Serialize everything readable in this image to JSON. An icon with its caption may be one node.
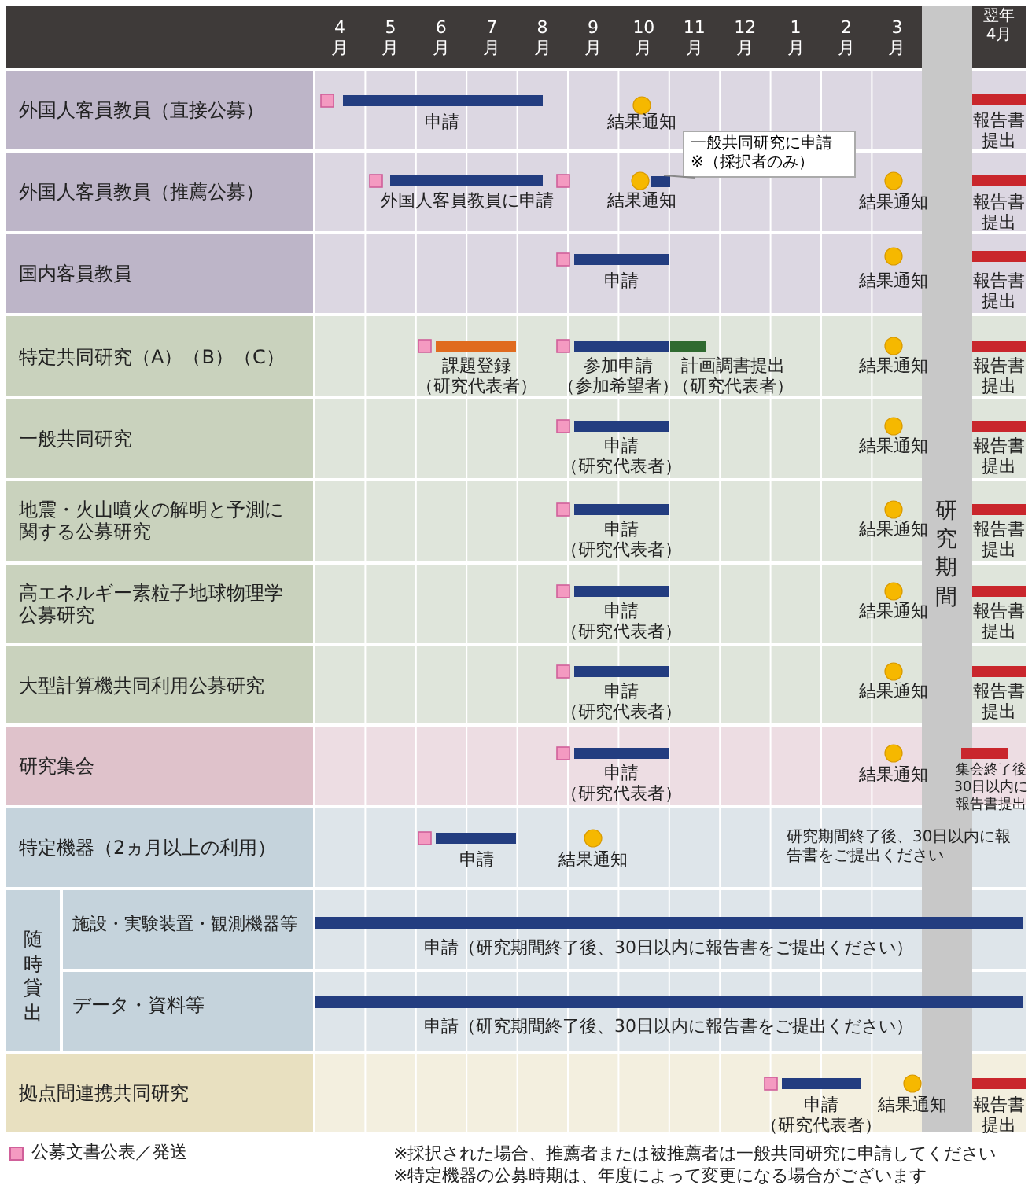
{
  "diagram": {
    "nodes": [
      {
        "text": [
          "一般共同研究に申請",
          "※（採択者のみ）"
        ]
      },
      {
        "text": [],
        "shape": "bar"
      },
      {
        "text": [
          "研究期間"
        ]
      }
    ],
    "edges": [
      {
        "from": 0,
        "to": 1,
        "arrow": "none"
      }
    ],
    "labels": [
      "4月",
      "5月",
      "6月",
      "7月",
      "8月",
      "9月",
      "10月",
      "11月",
      "12月",
      "1月",
      "2月",
      "3月",
      "翌年4月",
      "外国人客員教員（直接公募）",
      "申請",
      "結果通知",
      "報告書提出",
      "外国人客員教員（推薦公募）",
      "外国人客員教員に申請",
      "結果通知",
      "結果通知",
      "報告書提出",
      "国内客員教員",
      "申請",
      "結果通知",
      "報告書提出",
      "特定共同研究（A）（B）（C）",
      "課題登録（研究代表者）",
      "参加申請（参加希望者）",
      "計画調書提出（研究代表者）",
      "結果通知",
      "報告書提出",
      "一般共同研究",
      "申請（研究代表者）",
      "結果通知",
      "報告書提出",
      "地震・火山噴火の解明と予測に関する公募研究",
      "申請（研究代表者）",
      "結果通知",
      "報告書提出",
      "高エネルギー素粒子地球物理学公募研究",
      "申請（研究代表者）",
      "結果通知",
      "報告書提出",
      "大型計算機共同利用公募研究",
      "申請（研究代表者）",
      "結果通知",
      "報告書提出",
      "研究集会",
      "申請（研究代表者）",
      "結果通知",
      "集会終了後30日以内に報告書提出",
      "特定機器（2ヵ月以上の利用）",
      "申請",
      "結果通知",
      "研究期間終了後、30日以内に報告書をご提出ください",
      "随時貸出",
      "施設・実験装置・観測機器等",
      "申請（研究期間終了後、30日以内に報告書をご提出ください）",
      "データ・資料等",
      "申請（研究期間終了後、30日以内に報告書をご提出ください）",
      "拠点間連携共同研究",
      "申請（研究代表者）",
      "結果通知",
      "報告書提出",
      "※採択された場合、推薦者または被推薦者は一般共同研究に申請してください",
      "※特定機器の公募時期は、年度によって変更になる場合がございます"
    ],
    "legend": [
      {
        "text": "公募文書公表／発送",
        "color": "#f49ac1"
      }
    ]
  }
}
